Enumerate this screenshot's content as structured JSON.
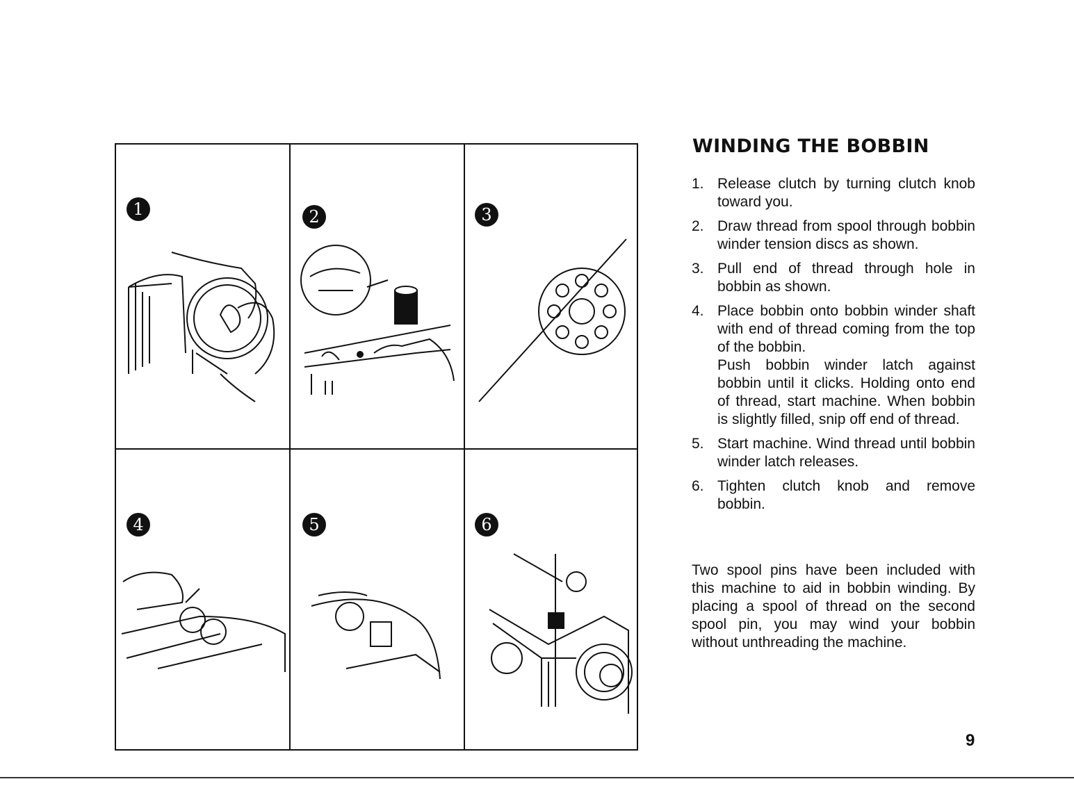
{
  "heading": "WINDING THE BOBBIN",
  "figures": [
    {
      "badge": "1"
    },
    {
      "badge": "2"
    },
    {
      "badge": "3"
    },
    {
      "badge": "4"
    },
    {
      "badge": "5"
    },
    {
      "badge": "6"
    }
  ],
  "steps": [
    {
      "num": "1.",
      "text": "Release clutch by turning clutch knob toward you."
    },
    {
      "num": "2.",
      "text": "Draw thread from spool through bobbin winder tension discs as shown."
    },
    {
      "num": "3.",
      "text": "Pull end of thread through hole in bobbin as shown."
    },
    {
      "num": "4.",
      "text": "Place bobbin onto bobbin winder shaft with end of thread coming from the top of the bobbin.",
      "text2": "Push bobbin winder latch against bobbin until it clicks. Holding onto end of thread, start machine. When bobbin is slightly filled, snip off end of thread."
    },
    {
      "num": "5.",
      "text": "Start machine. Wind thread until bobbin winder latch releases."
    },
    {
      "num": "6.",
      "text": "Tighten clutch knob and remove bobbin."
    }
  ],
  "note": "Two spool pins have been included with this machine to aid in bobbin winding. By placing a spool of thread on the second spool pin, you may wind your bobbin without unthreading the machine.",
  "page_number": "9"
}
